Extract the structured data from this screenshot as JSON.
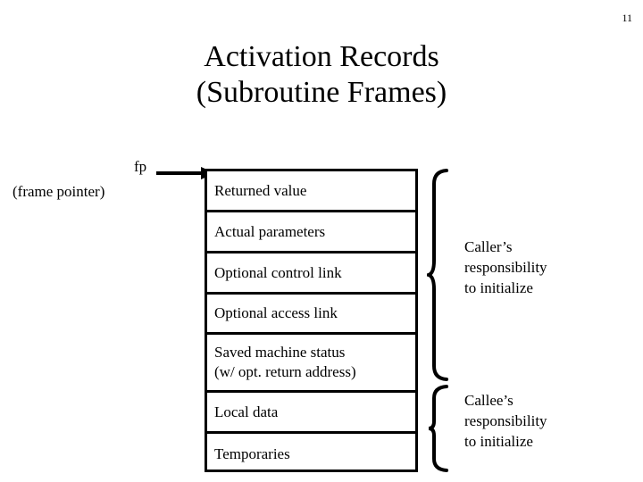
{
  "slide": {
    "number": "11",
    "title_lines": [
      "Activation Records",
      "(Subroutine Frames)"
    ]
  },
  "pointer": {
    "fp_label": "fp",
    "fp_description": "(frame pointer)",
    "arrow_icon": "right-arrow-icon"
  },
  "activation_record": {
    "rows": [
      {
        "lines": [
          "Returned value"
        ]
      },
      {
        "lines": [
          "Actual parameters"
        ]
      },
      {
        "lines": [
          "Optional control link"
        ]
      },
      {
        "lines": [
          "Optional access link"
        ]
      },
      {
        "lines": [
          "Saved machine status",
          "(w/ opt. return address)"
        ]
      },
      {
        "lines": [
          "Local data"
        ]
      },
      {
        "lines": [
          "Temporaries"
        ]
      }
    ]
  },
  "annotations": [
    {
      "name": "caller",
      "lines": [
        "Caller’s",
        "responsibility",
        "to initialize"
      ],
      "brace_icon": "curly-brace-icon"
    },
    {
      "name": "callee",
      "lines": [
        "Callee’s",
        "responsibility",
        "to initialize"
      ],
      "brace_icon": "curly-brace-icon"
    }
  ],
  "colors": {
    "background": "#ffffff",
    "foreground": "#000000"
  }
}
